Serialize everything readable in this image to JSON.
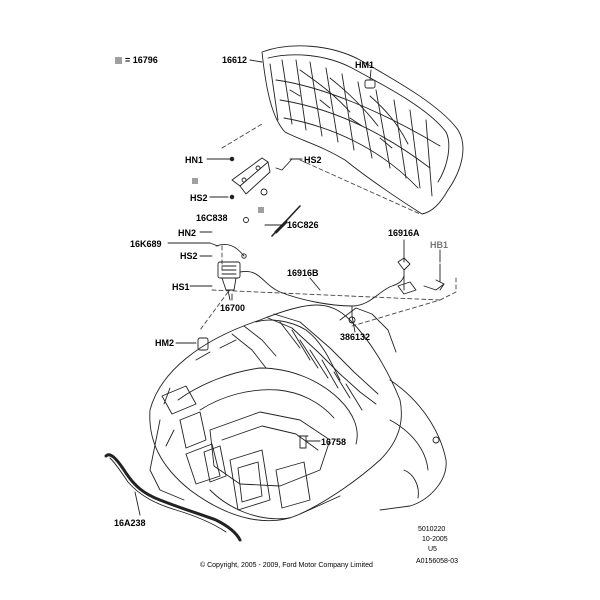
{
  "legend": {
    "symbol": "■",
    "text": "= 16796",
    "color": "#a0a0a0"
  },
  "callouts": {
    "hood": "16612",
    "hm1": "HM1",
    "hn1": "HN1",
    "hs2_top": "HS2",
    "hs2_left": "HS2",
    "c16c838": "16C838",
    "c16c826": "16C826",
    "hn2": "HN2",
    "c16k689": "16K689",
    "hs2_lower": "HS2",
    "hs1": "HS1",
    "c16700": "16700",
    "c16916b": "16916B",
    "c16916a": "16916A",
    "hb1": "HB1",
    "c386132": "386132",
    "hm2": "HM2",
    "c16758": "16758",
    "c16a238": "16A238"
  },
  "footer": {
    "copyright": "© Copyright, 2005 - 2009, Ford Motor Company Limited",
    "code1": "5010220",
    "code2": "10-2005",
    "code3": "U5",
    "code4": "A0156058-03"
  },
  "colors": {
    "line": "#222222",
    "highlight": "#a0a0a0",
    "hb1_label": "#777777"
  }
}
